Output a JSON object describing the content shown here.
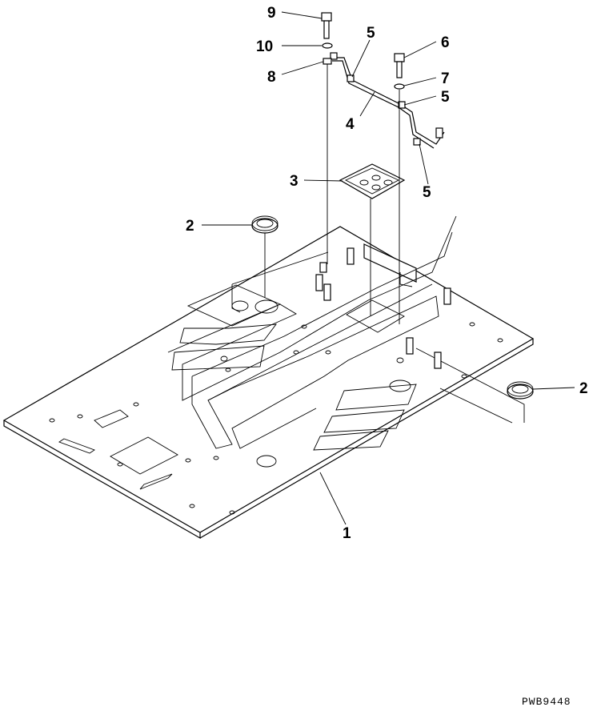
{
  "drawing_code": "PWB9448",
  "callouts": [
    {
      "id": "c9",
      "label": "9"
    },
    {
      "id": "c10",
      "label": "10"
    },
    {
      "id": "c8",
      "label": "8"
    },
    {
      "id": "c5a",
      "label": "5"
    },
    {
      "id": "c6",
      "label": "6"
    },
    {
      "id": "c7",
      "label": "7"
    },
    {
      "id": "c5b",
      "label": "5"
    },
    {
      "id": "c4",
      "label": "4"
    },
    {
      "id": "c5c",
      "label": "5"
    },
    {
      "id": "c3",
      "label": "3"
    },
    {
      "id": "c2a",
      "label": "2"
    },
    {
      "id": "c2b",
      "label": "2"
    },
    {
      "id": "c1",
      "label": "1"
    }
  ]
}
